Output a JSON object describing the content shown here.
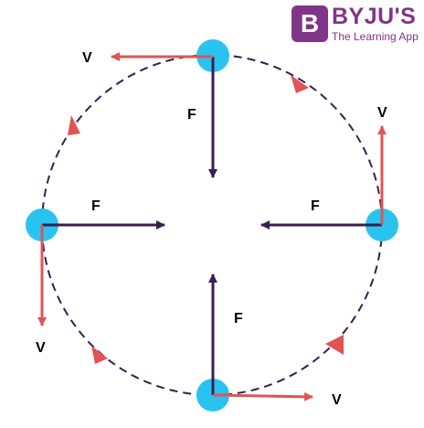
{
  "logo": {
    "badge_letter": "B",
    "name": "BYJU'S",
    "tagline": "The Learning App",
    "color": "#813588"
  },
  "diagram": {
    "force_label": "F",
    "velocity_label": "V",
    "colors": {
      "ball": "#29c3f0",
      "force": "#3b1d4f",
      "velocity": "#e05454",
      "path": "#3b1d4f"
    }
  }
}
